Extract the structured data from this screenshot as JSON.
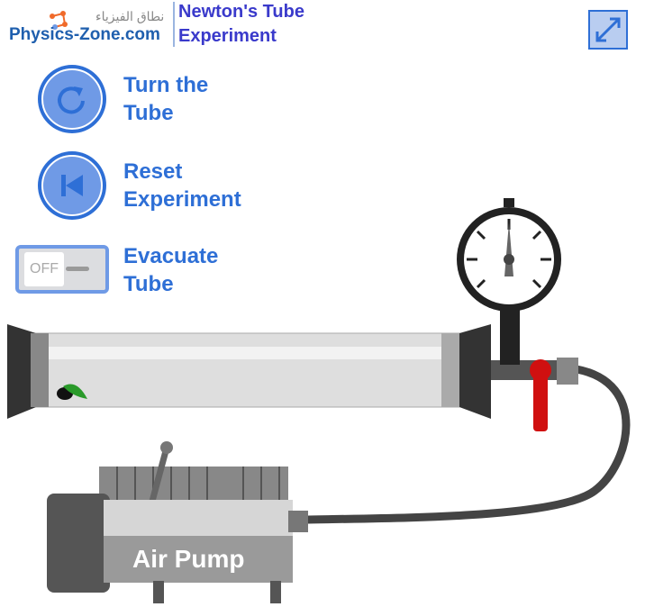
{
  "logo": {
    "arabic": "نطاق الفيزياء",
    "text": "Physics-Zone.com"
  },
  "header": {
    "title_line1": "Newton's Tube",
    "title_line2": "Experiment"
  },
  "controls": {
    "turn": {
      "line1": "Turn the",
      "line2": "Tube"
    },
    "reset": {
      "line1": "Reset",
      "line2": "Experiment"
    },
    "evacuate": {
      "line1": "Evacuate",
      "line2": "Tube",
      "toggle_state": "OFF"
    }
  },
  "pump": {
    "label": "Air Pump"
  },
  "colors": {
    "accent": "#2e6fd6",
    "title": "#3a3acb",
    "valve": "#d01010"
  }
}
